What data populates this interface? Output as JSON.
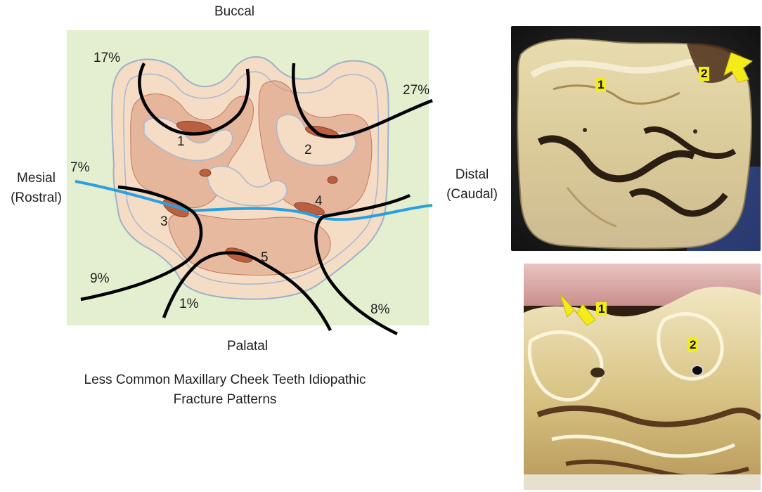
{
  "labels": {
    "buccal": "Buccal",
    "palatal": "Palatal",
    "mesial_line1": "Mesial",
    "mesial_line2": "(Rostral)",
    "distal_line1": "Distal",
    "distal_line2": "(Caudal)"
  },
  "percentages": {
    "p17": "17%",
    "p27": "27%",
    "p7": "7%",
    "p9": "9%",
    "p1": "1%",
    "p8": "8%"
  },
  "pulp_numbers": {
    "n1": "1",
    "n2": "2",
    "n3": "3",
    "n4": "4",
    "n5": "5"
  },
  "caption": {
    "line1": "Less Common Maxillary Cheek Teeth Idiopathic",
    "line2": "Fracture Patterns"
  },
  "photo_top_tags": {
    "t1": "1",
    "t2": "2"
  },
  "photo_bottom_tags": {
    "t1": "1",
    "t2": "2"
  },
  "colors": {
    "background": "#ffffff",
    "diagram_bg": "#e3efcf",
    "tooth_fill": "#f5dcc5",
    "dentine": "#d9977a",
    "enamel_line": "#a9b6cf",
    "fracture_line": "#000000",
    "sagittal_line": "#2aa0e0",
    "tag_yellow": "#f4ec1a"
  }
}
